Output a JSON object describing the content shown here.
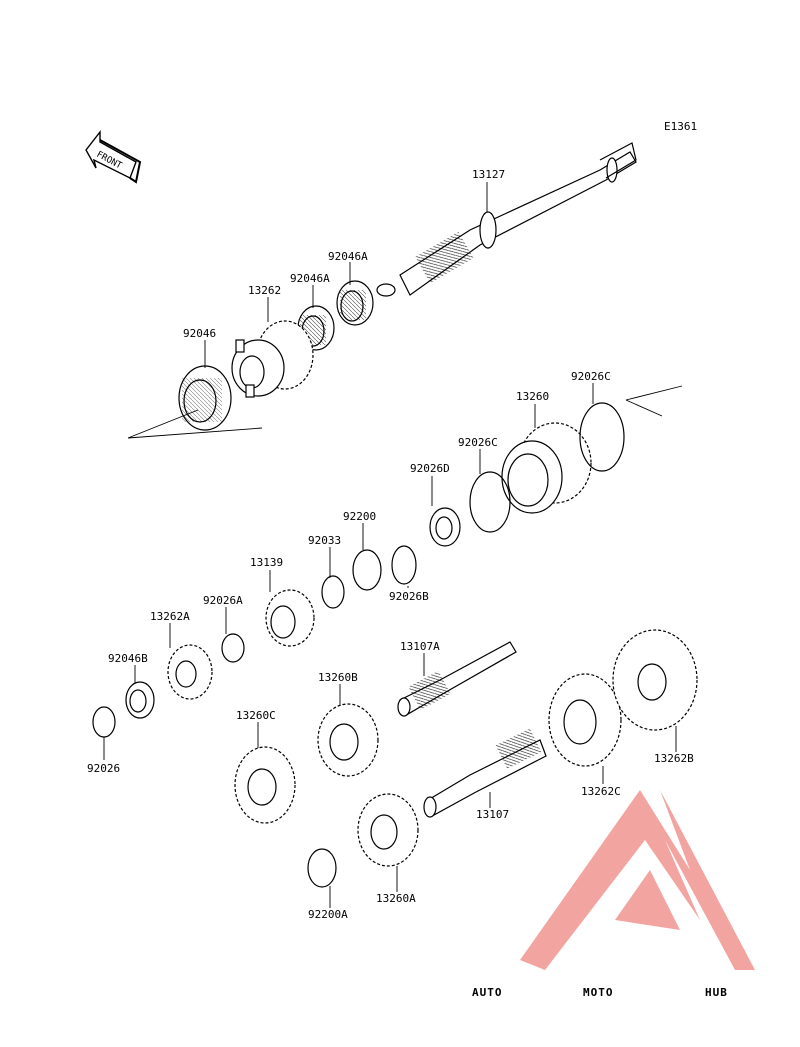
{
  "diagram": {
    "code": "E1361",
    "front_label": "FRONT",
    "parts": [
      {
        "id": "p-13127",
        "label": "13127"
      },
      {
        "id": "p-92046A-1",
        "label": "92046A"
      },
      {
        "id": "p-92046A-2",
        "label": "92046A"
      },
      {
        "id": "p-13262",
        "label": "13262"
      },
      {
        "id": "p-92046",
        "label": "92046"
      },
      {
        "id": "p-13260",
        "label": "13260"
      },
      {
        "id": "p-92026C-1",
        "label": "92026C"
      },
      {
        "id": "p-92026C-2",
        "label": "92026C"
      },
      {
        "id": "p-92026D",
        "label": "92026D"
      },
      {
        "id": "p-92200",
        "label": "92200"
      },
      {
        "id": "p-92033",
        "label": "92033"
      },
      {
        "id": "p-92026B",
        "label": "92026B"
      },
      {
        "id": "p-13139",
        "label": "13139"
      },
      {
        "id": "p-92026A",
        "label": "92026A"
      },
      {
        "id": "p-13262A",
        "label": "13262A"
      },
      {
        "id": "p-92046B",
        "label": "92046B"
      },
      {
        "id": "p-92026",
        "label": "92026"
      },
      {
        "id": "p-13107A",
        "label": "13107A"
      },
      {
        "id": "p-13260B",
        "label": "13260B"
      },
      {
        "id": "p-13260C",
        "label": "13260C"
      },
      {
        "id": "p-13107",
        "label": "13107"
      },
      {
        "id": "p-13262C",
        "label": "13262C"
      },
      {
        "id": "p-13262B",
        "label": "13262B"
      },
      {
        "id": "p-13260A",
        "label": "13260A"
      },
      {
        "id": "p-92200A",
        "label": "92200A"
      }
    ]
  },
  "watermark": {
    "text_part1": "AUTO",
    "text_part2": "MOTO",
    "text_part3": "HUB",
    "colors": {
      "orange": "#f5b07c",
      "pink": "#f08a86",
      "grey": "#7a7a7a"
    }
  }
}
